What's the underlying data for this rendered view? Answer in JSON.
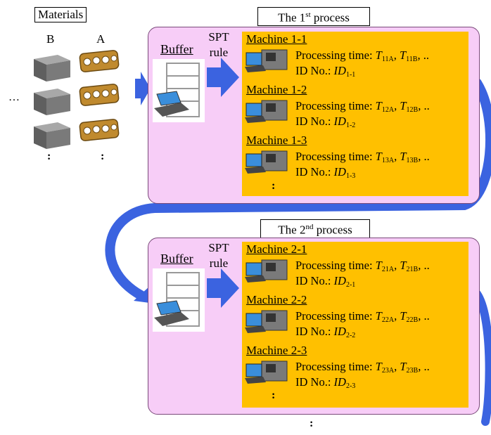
{
  "materials_label": "Materials",
  "material_b": "B",
  "material_a": "A",
  "ellipsis_left": "…",
  "colon_glyph": ":",
  "process1": {
    "title_prefix": "The 1",
    "title_sup": "st",
    "title_suffix": " process",
    "buffer": "Buffer",
    "spt_line1": "SPT",
    "spt_line2": "rule",
    "machines": [
      {
        "name": "Machine 1-1",
        "pt_label": "Processing time: ",
        "t1": "T",
        "t1_sub": "11A",
        "sep": ", ",
        "t2": "T",
        "t2_sub": "11B",
        "trail": ", ..",
        "id_label": "ID No.: ",
        "id": "ID",
        "id_sub": "1-1"
      },
      {
        "name": "Machine 1-2",
        "pt_label": "Processing time: ",
        "t1": "T",
        "t1_sub": "12A",
        "sep": ", ",
        "t2": "T",
        "t2_sub": "12B",
        "trail": ", ..",
        "id_label": "ID No.: ",
        "id": "ID",
        "id_sub": "1-2"
      },
      {
        "name": "Machine 1-3",
        "pt_label": "Processing time: ",
        "t1": "T",
        "t1_sub": "13A",
        "sep": ", ",
        "t2": "T",
        "t2_sub": "13B",
        "trail": ", ..",
        "id_label": "ID No.: ",
        "id": "ID",
        "id_sub": "1-3"
      }
    ]
  },
  "process2": {
    "title_prefix": "The 2",
    "title_sup": "nd",
    "title_suffix": " process",
    "buffer": "Buffer",
    "spt_line1": "SPT",
    "spt_line2": "rule",
    "machines": [
      {
        "name": "Machine 2-1",
        "pt_label": "Processing time: ",
        "t1": "T",
        "t1_sub": "21A",
        "sep": ", ",
        "t2": "T",
        "t2_sub": "21B",
        "trail": ", ..",
        "id_label": "ID No.: ",
        "id": "ID",
        "id_sub": "2-1"
      },
      {
        "name": "Machine 2-2",
        "pt_label": "Processing time: ",
        "t1": "T",
        "t1_sub": "22A",
        "sep": ", ",
        "t2": "T",
        "t2_sub": "22B",
        "trail": ", ..",
        "id_label": "ID No.: ",
        "id": "ID",
        "id_sub": "2-2"
      },
      {
        "name": "Machine 2-3",
        "pt_label": "Processing time: ",
        "t1": "T",
        "t1_sub": "23A",
        "sep": ", ",
        "t2": "T",
        "t2_sub": "23B",
        "trail": ", ..",
        "id_label": "ID No.: ",
        "id": "ID",
        "id_sub": "2-3"
      }
    ]
  },
  "colors": {
    "panel": "#f7cdf7",
    "machine_area": "#ffc000",
    "arrow": "#3b63e0",
    "box_material": "#6b6b6b",
    "part_material": "#c08a2e"
  },
  "icons": [
    "cube-icon",
    "engine-part-icon",
    "shelf-icon",
    "laptop-icon",
    "machine-icon"
  ]
}
